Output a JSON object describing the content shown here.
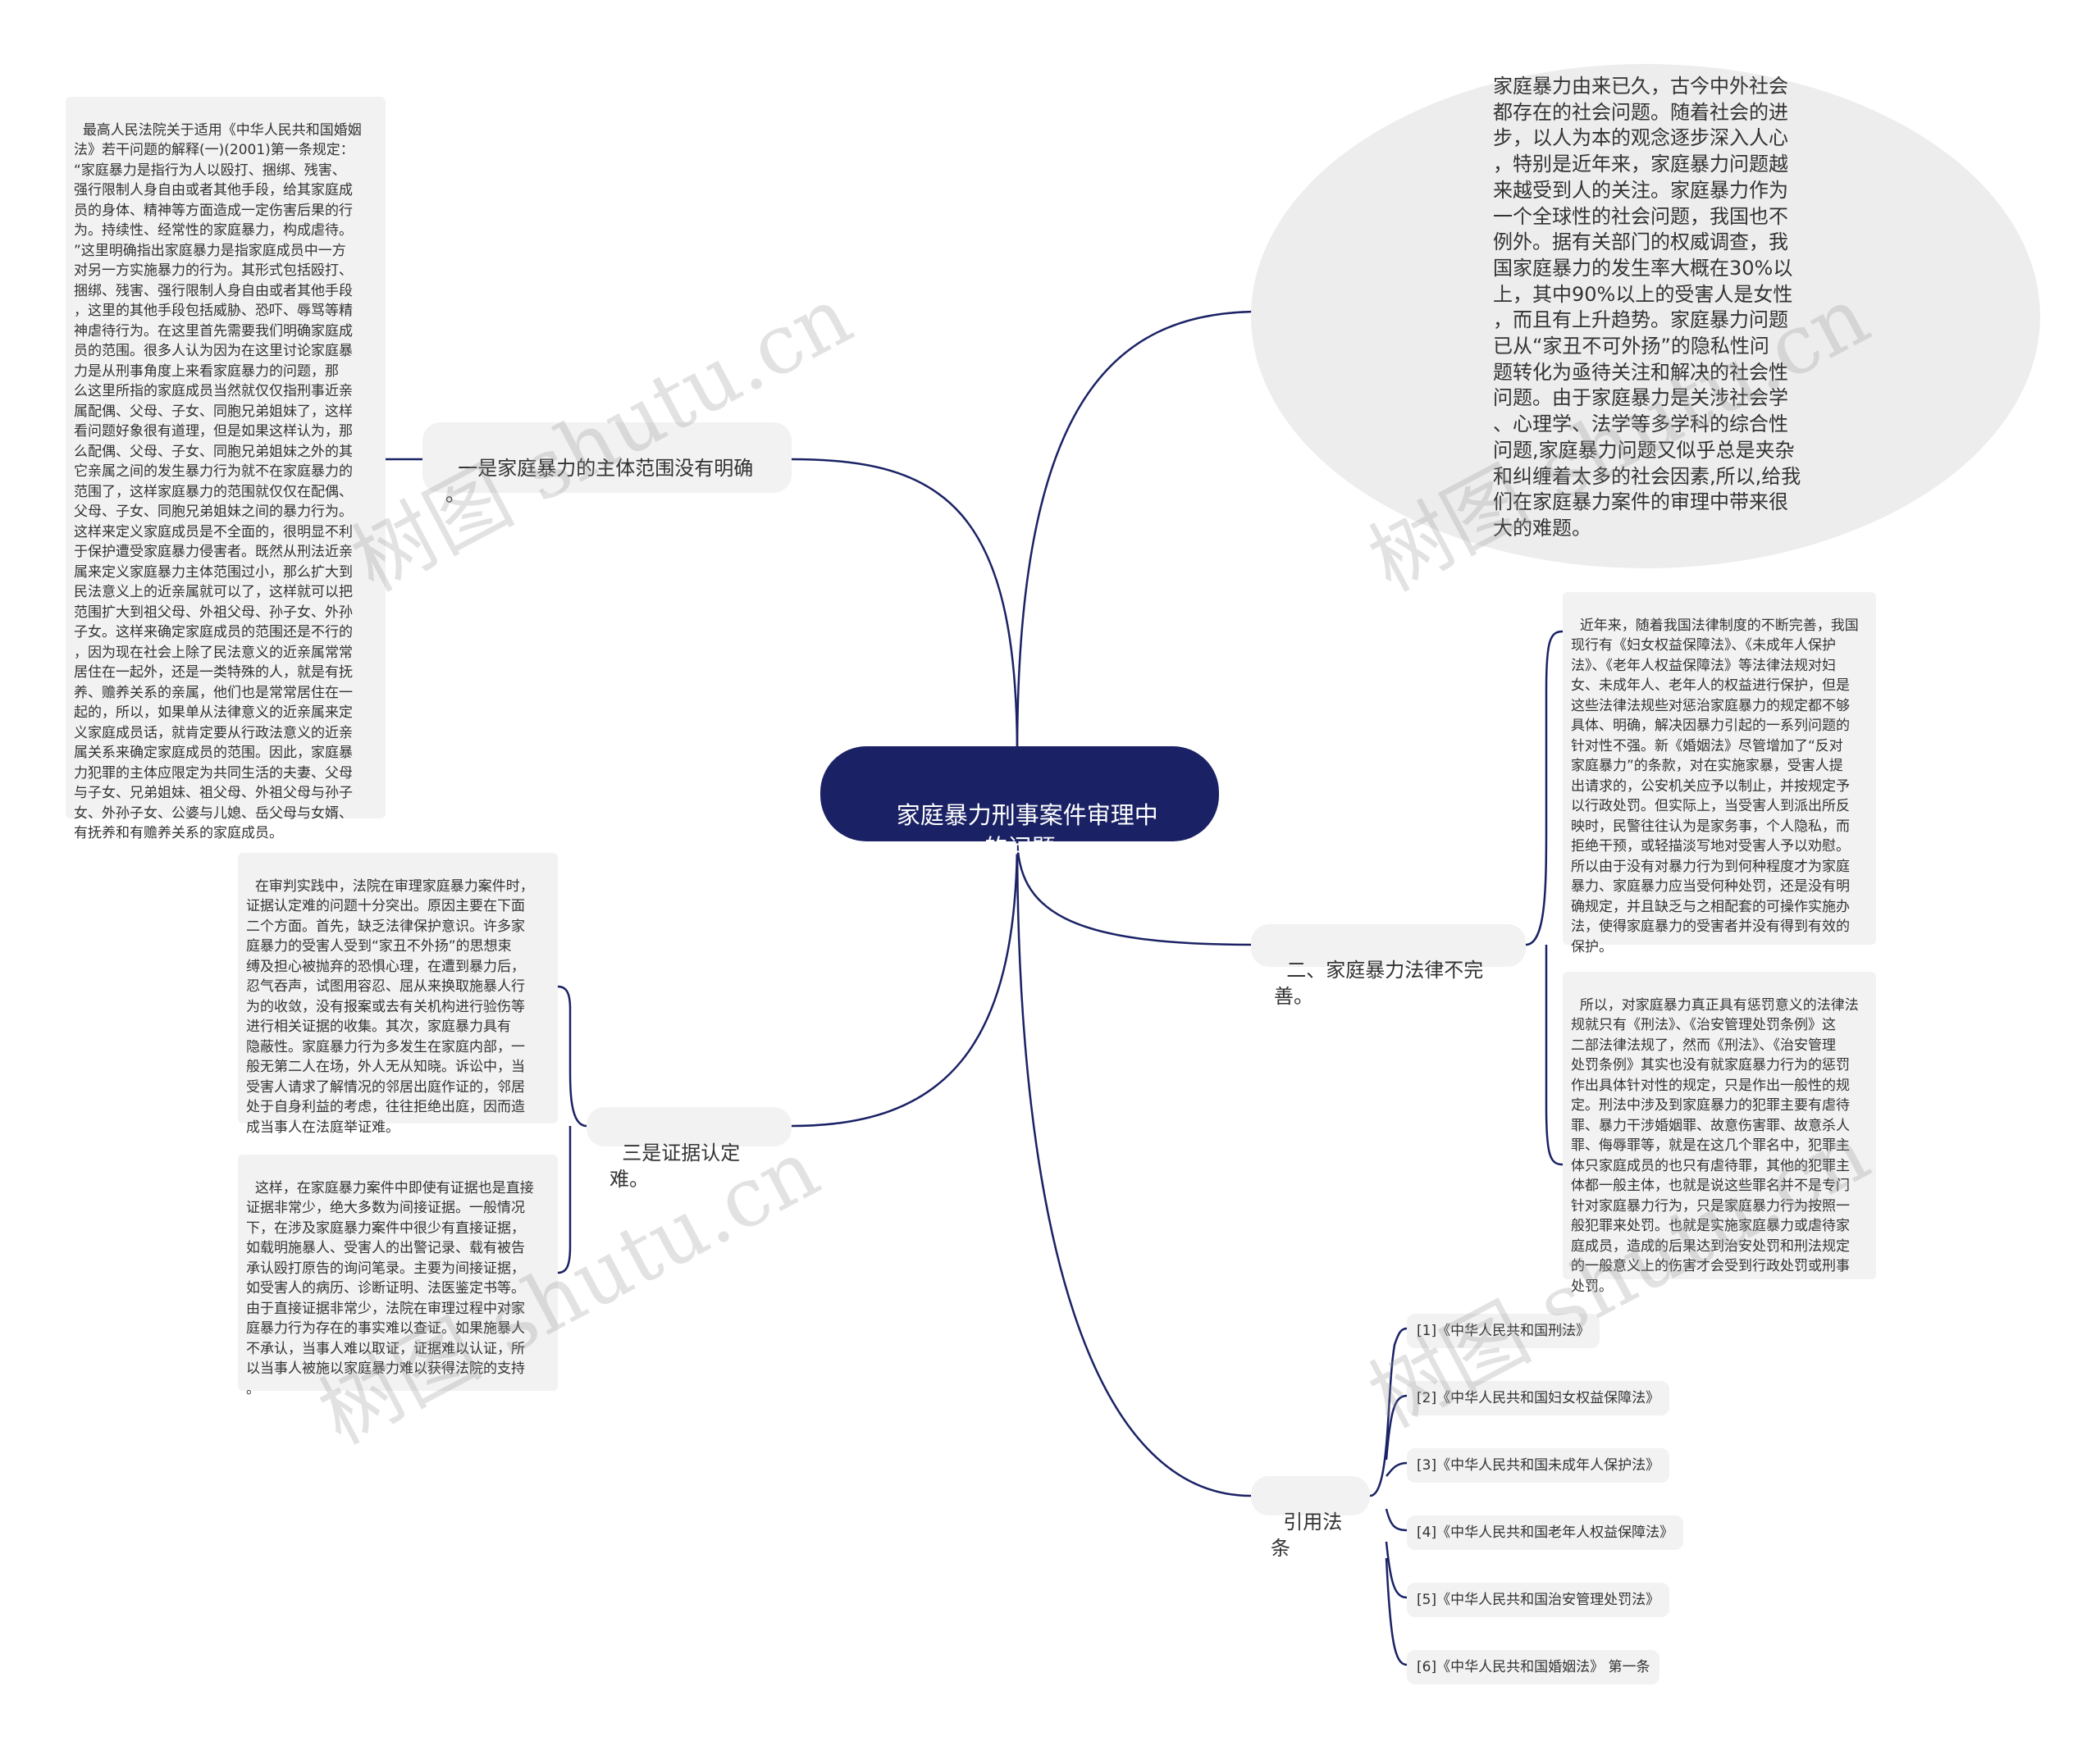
{
  "root": {
    "title": "家庭暴力刑事案件审理中\n的问题"
  },
  "intro": {
    "text": "家庭暴力由来已久，古今中外社会\n都存在的社会问题。随着社会的进\n步，以人为本的观念逐步深入人心\n，特别是近年来，家庭暴力问题越\n来越受到人的关注。家庭暴力作为\n一个全球性的社会问题，我国也不\n例外。据有关部门的权威调查，我\n国家庭暴力的发生率大概在30%以\n上，其中90%以上的受害人是女性\n，而且有上升趋势。家庭暴力问题\n已从“家丑不可外扬”的隐私性问\n题转化为亟待关注和解决的社会性\n问题。由于家庭暴力是关涉社会学\n、心理学、法学等多学科的综合性\n问题,家庭暴力问题又似乎总是夹杂\n和纠缠着太多的社会因素,所以,给我\n们在家庭暴力案件的审理中带来很\n大的难题。"
  },
  "branch1": {
    "label": "一是家庭暴力的主体范围没有明确\n。",
    "note": "最高人民法院关于适用《中华人民共和国婚姻\n法》若干问题的解释(一)(2001)第一条规定：\n“家庭暴力是指行为人以殴打、捆绑、残害、\n强行限制人身自由或者其他手段，给其家庭成\n员的身体、精神等方面造成一定伤害后果的行\n为。持续性、经常性的家庭暴力，构成虐待。\n”这里明确指出家庭暴力是指家庭成员中一方\n对另一方实施暴力的行为。其形式包括殴打、\n捆绑、残害、强行限制人身自由或者其他手段\n，这里的其他手段包括威胁、恐吓、辱骂等精\n神虐待行为。在这里首先需要我们明确家庭成\n员的范围。很多人认为因为在这里讨论家庭暴\n力是从刑事角度上来看家庭暴力的问题，那\n么这里所指的家庭成员当然就仅仅指刑事近亲\n属配偶、父母、子女、同胞兄弟姐妹了，这样\n看问题好象很有道理，但是如果这样认为，那\n么配偶、父母、子女、同胞兄弟姐妹之外的其\n它亲属之间的发生暴力行为就不在家庭暴力的\n范围了，这样家庭暴力的范围就仅仅在配偶、\n父母、子女、同胞兄弟姐妹之间的暴力行为。\n这样来定义家庭成员是不全面的，很明显不利\n于保护遭受家庭暴力侵害者。既然从刑法近亲\n属来定义家庭暴力主体范围过小，那么扩大到\n民法意义上的近亲属就可以了，这样就可以把\n范围扩大到祖父母、外祖父母、孙子女、外孙\n子女。这样来确定家庭成员的范围还是不行的\n，因为现在社会上除了民法意义的近亲属常常\n居住在一起外，还是一类特殊的人，就是有抚\n养、赡养关系的亲属，他们也是常常居住在一\n起的，所以，如果单从法律意义的近亲属来定\n义家庭成员话，就肯定要从行政法意义的近亲\n属关系来确定家庭成员的范围。因此，家庭暴\n力犯罪的主体应限定为共同生活的夫妻、父母\n与子女、兄弟姐妹、祖父母、外祖父母与孙子\n女、外孙子女、公婆与儿媳、岳父母与女婿、\n有抚养和有赡养关系的家庭成员。"
  },
  "branch2": {
    "label": "二、家庭暴力法律不完善。",
    "notes": [
      "近年来，随着我国法律制度的不断完善，我国\n现行有《妇女权益保障法》、《未成年人保护\n法》、《老年人权益保障法》等法律法规对妇\n女、未成年人、老年人的权益进行保护，但是\n这些法律法规些对惩治家庭暴力的规定都不够\n具体、明确，解决因暴力引起的一系列问题的\n针对性不强。新《婚姻法》尽管增加了“反对\n家庭暴力”的条款，对在实施家暴，受害人提\n出请求的，公安机关应予以制止，并按规定予\n以行政处罚。但实际上，当受害人到派出所反\n映时，民警往往认为是家务事，个人隐私，而\n拒绝干预，或轻描淡写地对受害人予以劝慰。\n所以由于没有对暴力行为到何种程度才为家庭\n暴力、家庭暴力应当受何种处罚，还是没有明\n确规定，并且缺乏与之相配套的可操作实施办\n法，使得家庭暴力的受害者并没有得到有效的\n保护。",
      "所以，对家庭暴力真正具有惩罚意义的法律法\n规就只有《刑法》、《治安管理处罚条例》这\n二部法律法规了，然而《刑法》、《治安管理\n处罚条例》其实也没有就家庭暴力行为的惩罚\n作出具体针对性的规定，只是作出一般性的规\n定。刑法中涉及到家庭暴力的犯罪主要有虐待\n罪、暴力干涉婚姻罪、故意伤害罪、故意杀人\n罪、侮辱罪等，就是在这几个罪名中，犯罪主\n体只家庭成员的也只有虐待罪，其他的犯罪主\n体都一般主体，也就是说这些罪名并不是专门\n针对家庭暴力行为，只是家庭暴力行为按照一\n般犯罪来处罚。也就是实施家庭暴力或虐待家\n庭成员，造成的后果达到治安处罚和刑法规定\n的一般意义上的伤害才会受到行政处罚或刑事\n处罚。"
    ]
  },
  "branch3": {
    "label": "三是证据认定难。",
    "notes": [
      "在审判实践中，法院在审理家庭暴力案件时，\n证据认定难的问题十分突出。原因主要在下面\n二个方面。首先，缺乏法律保护意识。许多家\n庭暴力的受害人受到“家丑不外扬”的思想束\n缚及担心被抛弃的恐惧心理，在遭到暴力后，\n忍气吞声，试图用容忍、屈从来换取施暴人行\n为的收敛，没有报案或去有关机构进行验伤等\n进行相关证据的收集。其次，家庭暴力具有\n隐蔽性。家庭暴力行为多发生在家庭内部，一\n般无第二人在场，外人无从知晓。诉讼中，当\n受害人请求了解情况的邻居出庭作证的，邻居\n处于自身利益的考虑，往往拒绝出庭，因而造\n成当事人在法庭举证难。",
      "这样，在家庭暴力案件中即使有证据也是直接\n证据非常少，绝大多数为间接证据。一般情况\n下，在涉及家庭暴力案件中很少有直接证据，\n如载明施暴人、受害人的出警记录、载有被告\n承认殴打原告的询问笔录。主要为间接证据，\n如受害人的病历、诊断证明、法医鉴定书等。\n由于直接证据非常少，法院在审理过程中对家\n庭暴力行为存在的事实难以查证。如果施暴人\n不承认，当事人难以取证，证据难以认证，所\n以当事人被施以家庭暴力难以获得法院的支持\n。"
    ]
  },
  "branch4": {
    "label": "引用法条",
    "refs": [
      "[1]《中华人民共和国刑法》",
      "[2]《中华人民共和国妇女权益保障法》",
      "[3]《中华人民共和国未成年人保护法》",
      "[4]《中华人民共和国老年人权益保障法》",
      "[5]《中华人民共和国治安管理处罚法》",
      "[6]《中华人民共和国婚姻法》 第一条"
    ]
  },
  "watermarks": [
    "树图 shutu.cn",
    "树图 shutu.cn",
    "树图 shutu.cn",
    "树图 shutu.cn"
  ],
  "colors": {
    "root_bg": "#1a2265",
    "line": "#1a2265",
    "box_bg": "#f2f2f2"
  }
}
